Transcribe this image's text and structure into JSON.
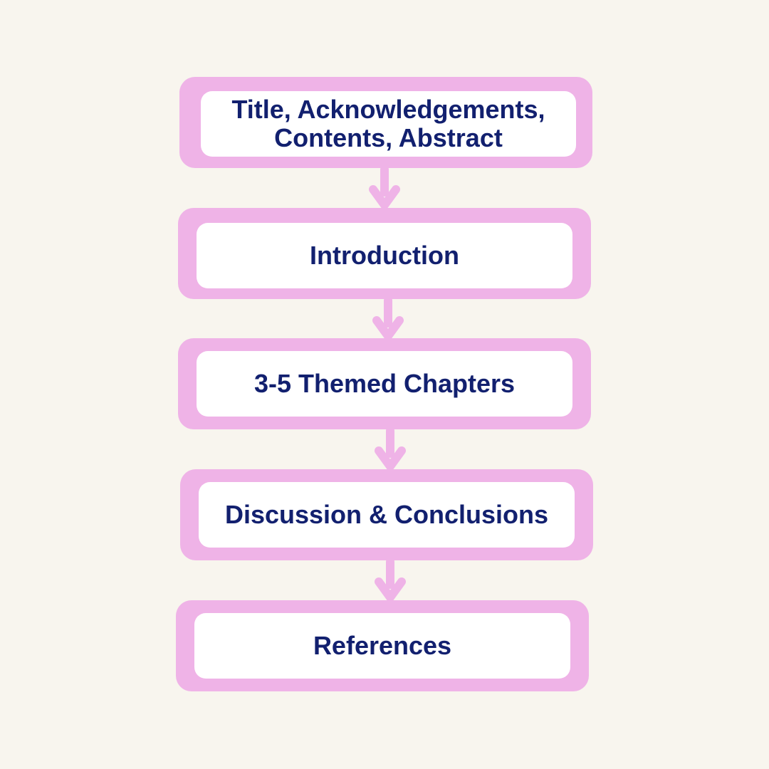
{
  "diagram": {
    "steps": [
      {
        "label": "Title, Acknowledgements,\nContents, Abstract"
      },
      {
        "label": "Introduction"
      },
      {
        "label": "3-5 Themed Chapters"
      },
      {
        "label": "Discussion & Conclusions"
      },
      {
        "label": "References"
      }
    ],
    "colors": {
      "background": "#f8f5ee",
      "box_border": "#efb3e7",
      "box_fill": "#ffffff",
      "text": "#12206f",
      "arrow": "#efb3e7"
    }
  }
}
